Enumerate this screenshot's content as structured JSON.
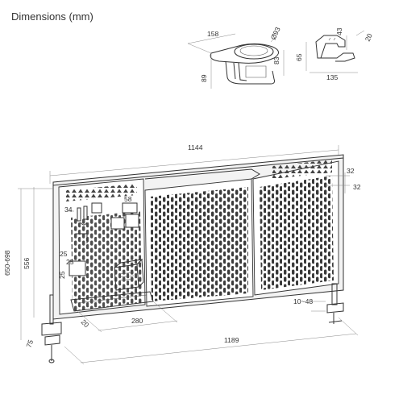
{
  "header": {
    "title": "Dimensions (mm)"
  },
  "cup_holder": {
    "width": "158",
    "diameter": "Ø93",
    "depth": "83",
    "height": "89"
  },
  "hook": {
    "height": "43",
    "width": "20",
    "overall_height": "65",
    "length": "135"
  },
  "desk_panel": {
    "top_width": "1144",
    "side_rail_32_upper": "32",
    "side_rail_32_lower": "32",
    "pegboard_hole_34": "34",
    "pegboard_58": "58",
    "pegboard_25_a": "25",
    "pegboard_25_b": "25",
    "pegboard_25_c": "25",
    "pegboard_height": "556",
    "height_range": "650-698",
    "shelf_width": "280",
    "shelf_depth": "20",
    "clamp_range": "10~48",
    "clamp_offset": "75",
    "bottom_width": "1189"
  }
}
